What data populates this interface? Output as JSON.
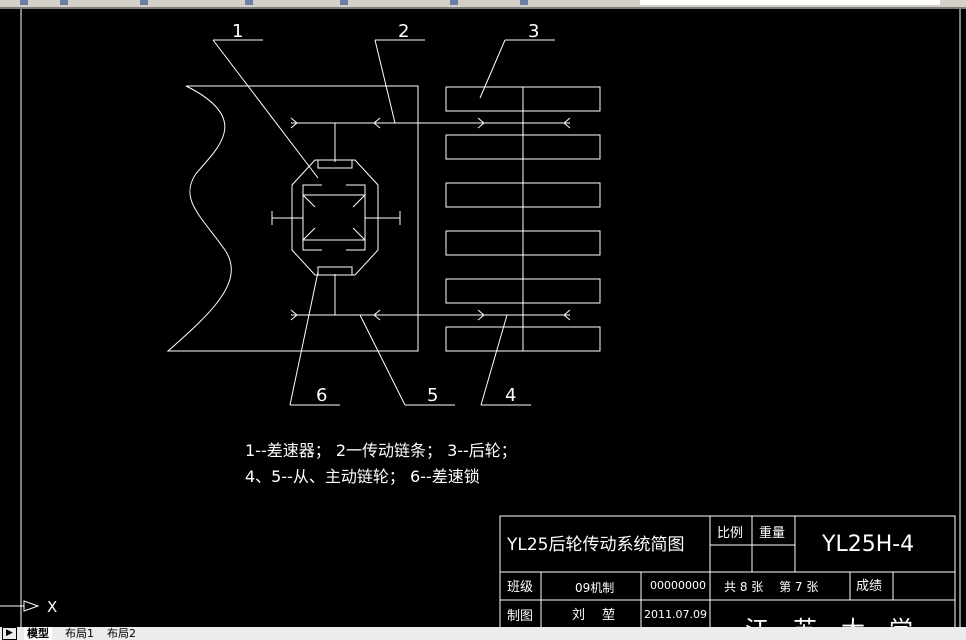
{
  "drawing": {
    "labels": [
      "1",
      "2",
      "3",
      "4",
      "5",
      "6"
    ],
    "legend_line1": "1--差速器； 2一传动链条； 3--后轮；",
    "legend_line2": "4、5--从、主动链轮； 6--差速锁"
  },
  "title_block": {
    "title": "YL25后轮传动系统简图",
    "scale_label": "比例",
    "weight_label": "重量",
    "drawing_code": "YL25H-4",
    "class_label": "班级",
    "class_value": "09机制",
    "student_id": "00000000",
    "sheets": "共 8 张　 第 7 张",
    "grade_label": "成绩",
    "drawn_by_label": "制图",
    "drawn_by": "刘　 堃",
    "date": "2011.07.09",
    "school": "江　苏　大　学"
  },
  "ucs": {
    "axis_label": "X"
  },
  "tabs": [
    {
      "label": "模型",
      "active": true
    },
    {
      "label": "布局1",
      "active": false
    },
    {
      "label": "布局2",
      "active": false
    }
  ],
  "colors": {
    "background": "#000000",
    "lines": "#ffffff",
    "tabbar": "#ececec"
  }
}
